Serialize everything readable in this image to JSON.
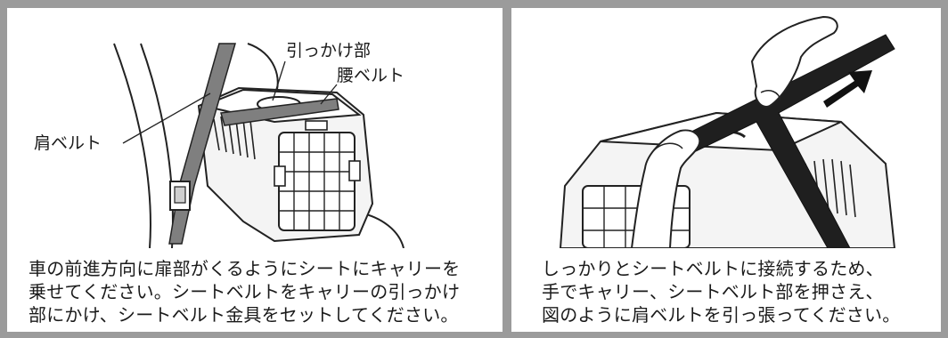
{
  "left_panel": {
    "labels": {
      "hook_part": "引っかけ部",
      "lap_belt": "腰ベルト",
      "shoulder_belt": "肩ベルト"
    },
    "caption_lines": [
      "車の前進方向に扉部がくるようにシートにキャリーを",
      "乗せてください。シートベルトをキャリーの引っかけ",
      "部にかけ、シートベルト金具をセットしてください。"
    ]
  },
  "right_panel": {
    "caption_lines": [
      "しっかりとシートベルトに接続するため、",
      "手でキャリー、シートベルト部を押さえ、",
      "図のように肩ベルトを引っ張ってください。"
    ]
  }
}
